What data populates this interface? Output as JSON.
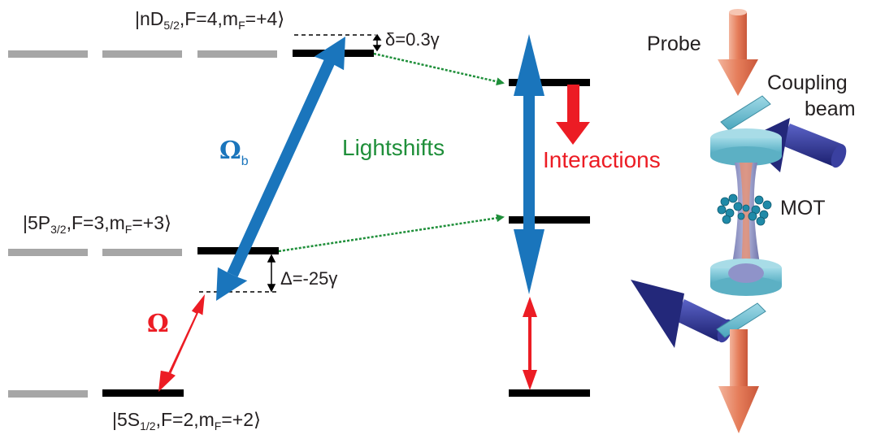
{
  "levels": {
    "top_state": {
      "prefix": "|nD",
      "sub": "5/2",
      "mid": ",F=4,m",
      "sub2": "F",
      "suffix": "=+4⟩"
    },
    "mid_state": {
      "prefix": "|5P",
      "sub": "3/2",
      "mid": ",F=3,m",
      "sub2": "F",
      "suffix": "=+3⟩"
    },
    "bottom_state": {
      "prefix": "|5S",
      "sub": "1/2",
      "mid": ",F=2,m",
      "sub2": "F",
      "suffix": "=+2⟩"
    }
  },
  "detunings": {
    "delta_small": "δ=0.3γ",
    "delta_large": "Δ=-25γ"
  },
  "couplings": {
    "omega_b_main": "Ω",
    "omega_b_sub": "b",
    "omega": "Ω"
  },
  "labels": {
    "lightshifts": "Lightshifts",
    "interactions": "Interactions",
    "probe": "Probe",
    "coupling_line1": "Coupling",
    "coupling_line2": "beam",
    "mot": "MOT"
  },
  "colors": {
    "blue": "#1a75bc",
    "red": "#ec1c24",
    "green": "#1f8f3a",
    "gray": "#a6a6a6",
    "black": "#000000",
    "copper": "#e8896a",
    "cyan": "#7fc9d8",
    "navy": "#2b2f8f"
  }
}
